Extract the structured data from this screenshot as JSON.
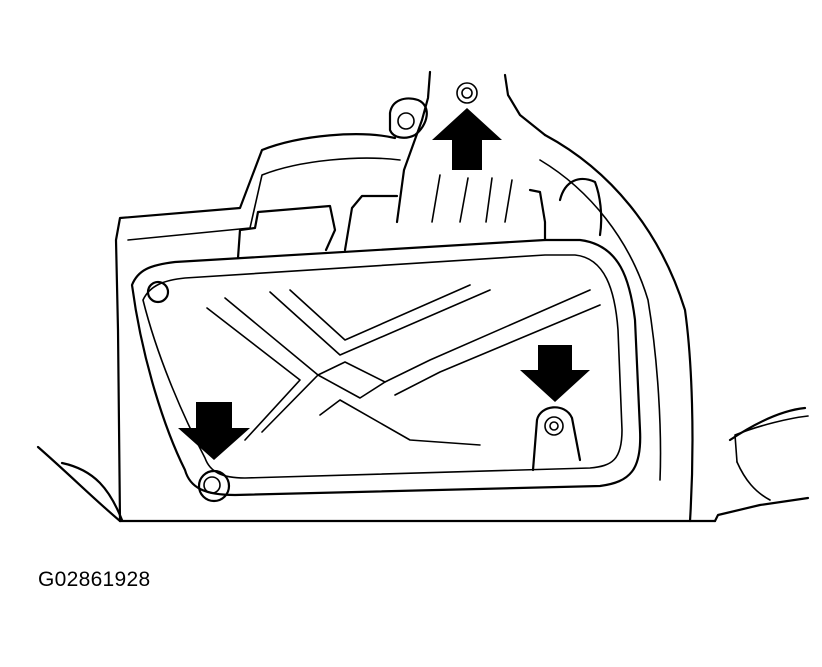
{
  "figure": {
    "id_label": "G02861928"
  },
  "arrows": [
    {
      "direction": "up",
      "target": "upper-bolt"
    },
    {
      "direction": "down",
      "target": "lower-left-bolt"
    },
    {
      "direction": "down",
      "target": "lower-right-bolt"
    }
  ],
  "colors": {
    "ink": "#000000",
    "paper": "#ffffff"
  }
}
